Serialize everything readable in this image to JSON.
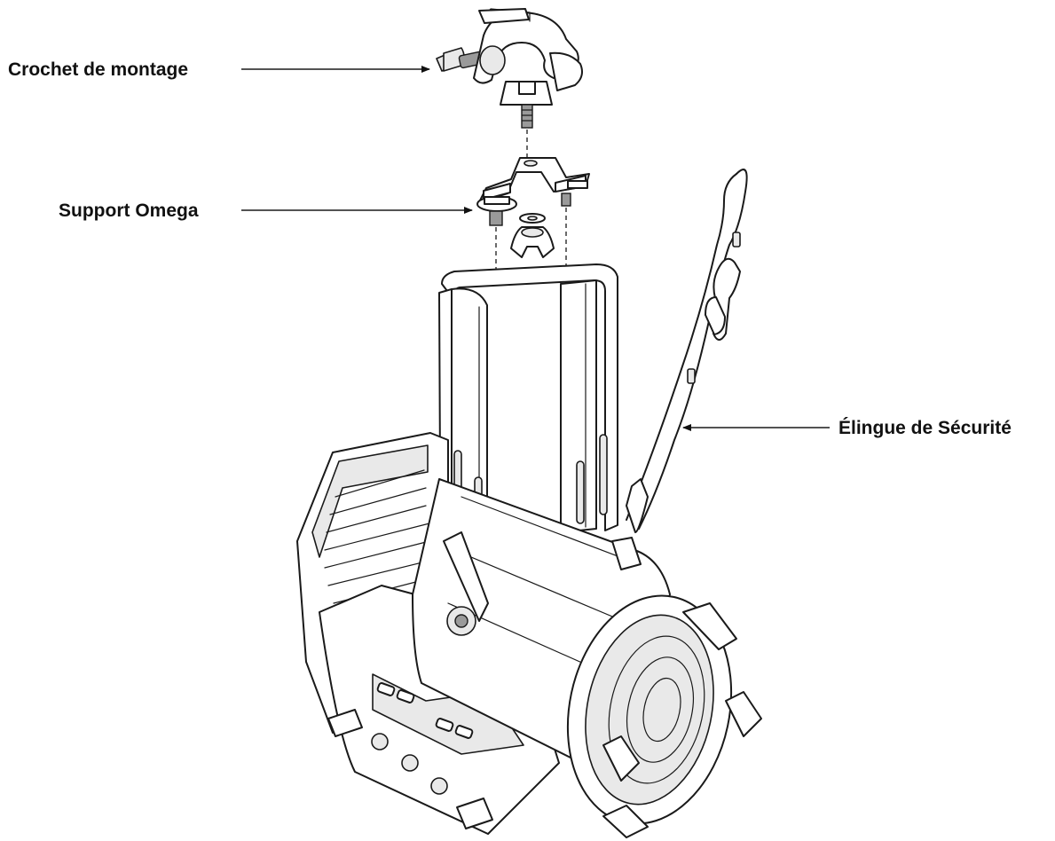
{
  "callouts": {
    "mounting_clamp": "Crochet de montage",
    "omega_bracket": "Support Omega",
    "safety_cable": "Élingue de Sécurité"
  },
  "colors": {
    "line": "#1a1a1a",
    "shade": "#e9e9e9",
    "background": "#ffffff"
  }
}
